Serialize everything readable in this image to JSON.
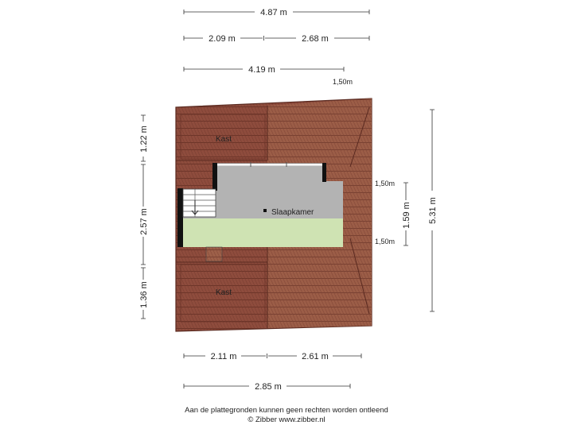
{
  "dimensions": {
    "top_total": "4.87 m",
    "top_left": "2.09 m",
    "top_right": "2.68 m",
    "top_inner": "4.19 m",
    "bottom_left": "2.11 m",
    "bottom_right": "2.61 m",
    "bottom_total": "2.85 m",
    "left_top": "1.22 m",
    "left_middle": "2.57 m",
    "left_bottom": "1.36 m",
    "right_inner": "1.59 m",
    "right_total": "5.31 m"
  },
  "height_marks": {
    "top": "1,50m",
    "right_upper": "1,50m",
    "right_lower": "1,50m"
  },
  "rooms": {
    "kast_top": "Kast",
    "kast_bottom": "Kast",
    "slaapkamer": "Slaapkamer"
  },
  "footer": {
    "disclaimer": "Aan de plattegronden kunnen geen rechten worden ontleend",
    "copyright": "© Zibber www.zibber.nl"
  },
  "colors": {
    "roof": "#8c4a3c",
    "roof_light": "#9c5e48",
    "roof_tile_line": "#6a3328",
    "room_floor": "#b4b4b4",
    "balcony_green": "#cfe3b3",
    "wall": "#111111"
  }
}
